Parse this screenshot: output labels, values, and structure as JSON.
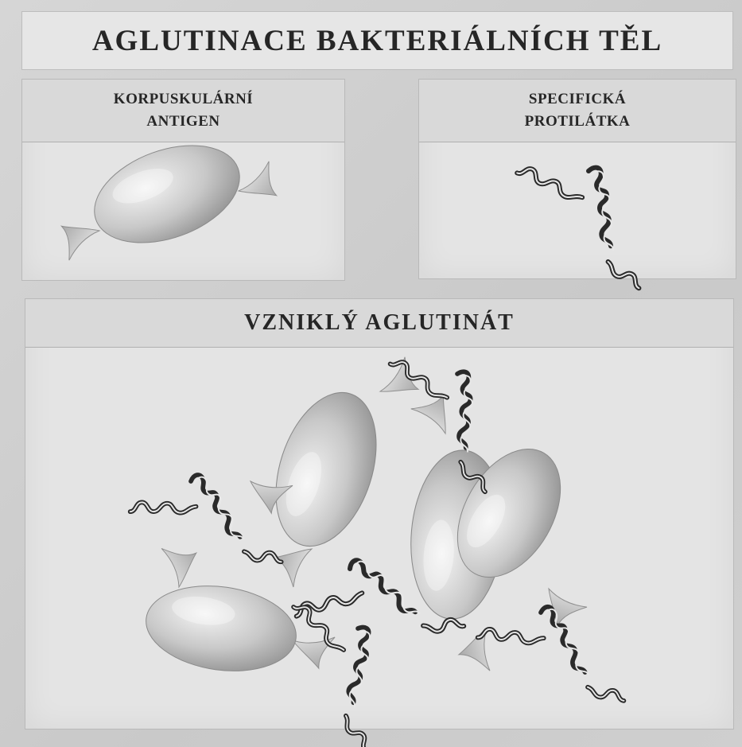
{
  "title": "AGLUTINACE BAKTERIÁLNÍCH TĚL",
  "panels": {
    "antigen": {
      "label_line1": "KORPUSKULÁRNÍ",
      "label_line2": "ANTIGEN"
    },
    "antibody": {
      "label_line1": "SPECIFICKÁ",
      "label_line2": "PROTILÁTKA"
    },
    "agglutinate": {
      "label": "VZNIKLÝ   AGLUTINÁT"
    }
  },
  "colors": {
    "background": "#d3d3d3",
    "panel": "#e4e4e4",
    "header": "#d9d9d9",
    "text": "#262626",
    "antibody_stroke": "#2a2a2a",
    "bacterium_light": "#f2f2f2",
    "bacterium_dark": "#9a9a9a"
  },
  "icons": {
    "bacterium": "bacterium-icon",
    "antibody": "antibody-icon"
  }
}
